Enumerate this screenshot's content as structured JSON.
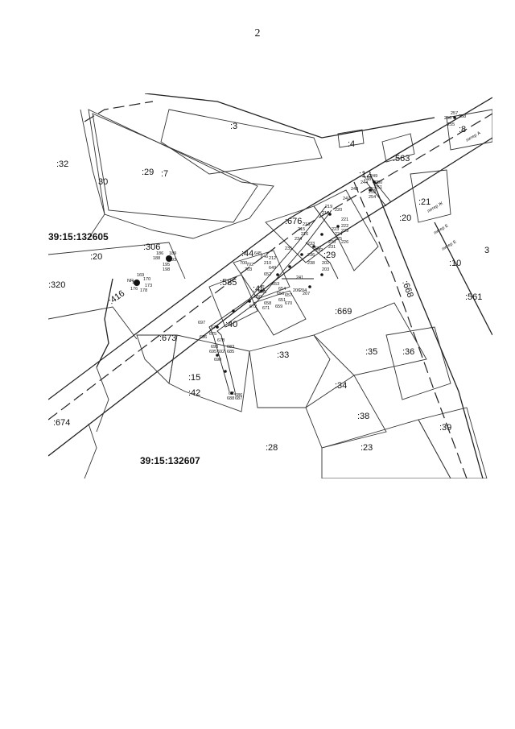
{
  "page": {
    "number": "2"
  },
  "map": {
    "quarters": [
      "39:15:132605",
      "39:15:132607"
    ],
    "parcels": [
      ":3",
      ":4",
      ":8",
      ":12",
      ":563",
      ":32",
      "30",
      ":29",
      ":7",
      ":21",
      ":20",
      ":306",
      ":20",
      ":676",
      ":29",
      ":44",
      ":585",
      ":45",
      ":40",
      ":673",
      ":320",
      ":416",
      ":15",
      ":42",
      ":33",
      ":669",
      ":35",
      ":36",
      ":34",
      ":38",
      ":23",
      ":39",
      ":28",
      ":674",
      ":561",
      ":10",
      "3",
      ":668"
    ],
    "points": [
      "257",
      "258",
      "256",
      "255",
      "248",
      "249",
      "244",
      "250",
      "251",
      "252",
      "253",
      "254",
      "242",
      "243",
      "219",
      "220",
      "218",
      "221",
      "222",
      "213",
      "223",
      "224",
      "229",
      "225",
      "226",
      "230",
      "231",
      "232",
      "215",
      "216",
      "233",
      "237",
      "234",
      "235",
      "236",
      "238",
      "202",
      "203",
      "241",
      "204",
      "206",
      "207",
      "645",
      "646",
      "212",
      "210",
      "649",
      "652",
      "653",
      "654",
      "655",
      "656",
      "657",
      "650",
      "651",
      "658",
      "659",
      "670",
      "671",
      "672",
      "186",
      "189",
      "188",
      "193",
      "195",
      "198",
      "169",
      "170",
      "172",
      "173",
      "176",
      "178",
      "697",
      "696",
      "674",
      "675",
      "678",
      "693",
      "695",
      "692",
      "690",
      "683",
      "685",
      "686",
      "689",
      "687",
      "688",
      "700",
      "703",
      "702"
    ],
    "street_labels": [
      "литер А",
      "литер Ж",
      "литер Е",
      "литер Е"
    ],
    "marks": [
      "NR"
    ]
  }
}
